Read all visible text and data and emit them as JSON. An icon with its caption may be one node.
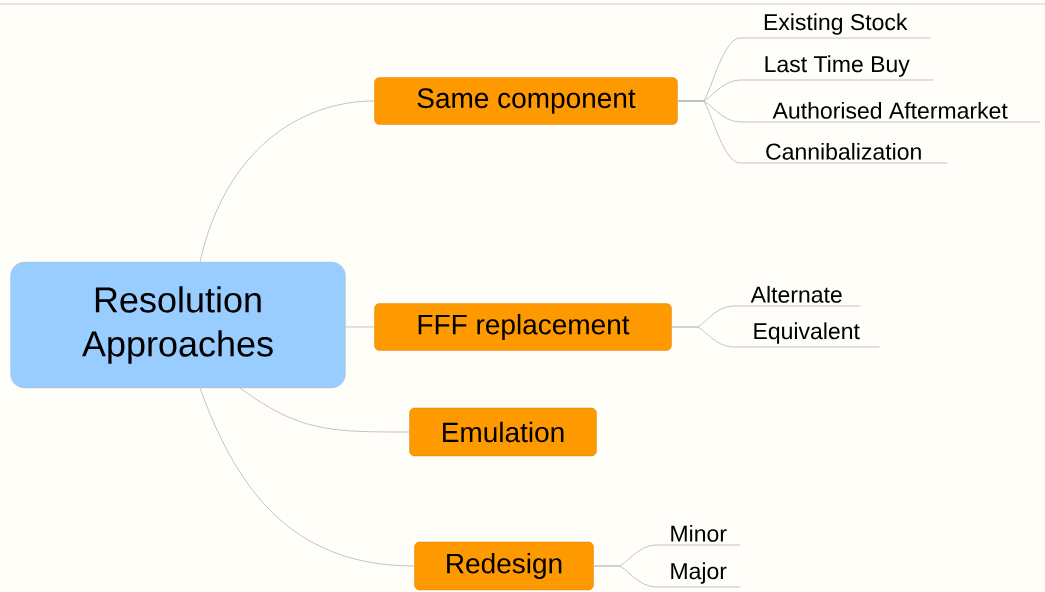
{
  "diagram": {
    "nodes": [
      {
        "text": [
          "Resolution Approaches"
        ]
      },
      {
        "text": [
          "Same component"
        ]
      },
      {
        "text": [
          "Existing Stock"
        ]
      },
      {
        "text": [
          "Last Time Buy"
        ]
      },
      {
        "text": [
          "Authorised Aftermarket"
        ]
      },
      {
        "text": [
          "Cannibalization"
        ]
      },
      {
        "text": [
          "FFF replacement"
        ]
      },
      {
        "text": [
          "Alternate"
        ]
      },
      {
        "text": [
          "Equivalent"
        ]
      },
      {
        "text": [
          "Emulation"
        ]
      },
      {
        "text": [
          "Redesign"
        ]
      },
      {
        "text": [
          "Minor"
        ]
      },
      {
        "text": [
          "Major"
        ]
      }
    ],
    "edges": [
      {
        "from": 0,
        "to": 1,
        "arrow": "none"
      },
      {
        "from": 1,
        "to": 2,
        "arrow": "none"
      },
      {
        "from": 1,
        "to": 3,
        "arrow": "none"
      },
      {
        "from": 1,
        "to": 4,
        "arrow": "none"
      },
      {
        "from": 1,
        "to": 5,
        "arrow": "none"
      },
      {
        "from": 0,
        "to": 6,
        "arrow": "none"
      },
      {
        "from": 6,
        "to": 7,
        "arrow": "none"
      },
      {
        "from": 6,
        "to": 8,
        "arrow": "none"
      },
      {
        "from": 0,
        "to": 9,
        "arrow": "none"
      },
      {
        "from": 0,
        "to": 10,
        "arrow": "none"
      },
      {
        "from": 10,
        "to": 11,
        "arrow": "none"
      },
      {
        "from": 10,
        "to": 12,
        "arrow": "none"
      }
    ]
  }
}
